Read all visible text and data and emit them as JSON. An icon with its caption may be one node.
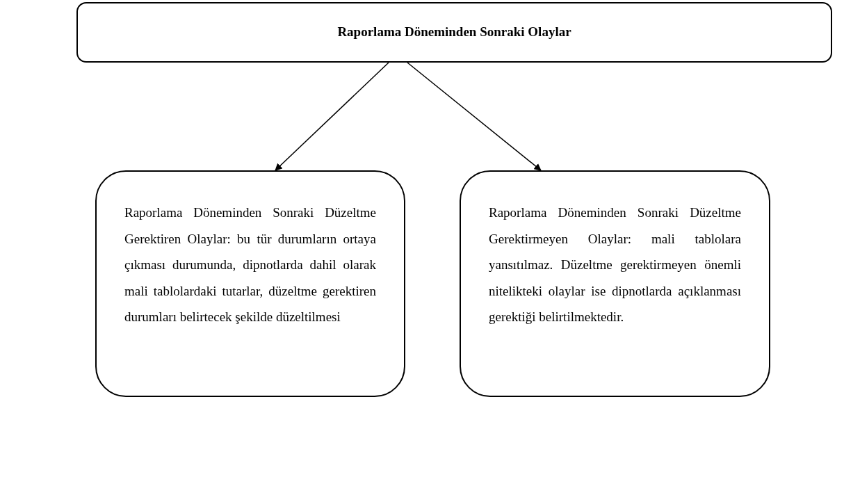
{
  "diagram": {
    "nodes": [
      {
        "text": [
          "Raporlama Döneminden Sonraki Olaylar"
        ]
      },
      {
        "text": [
          "Raporlama Döneminden Sonraki Düzeltme Gerektiren Olaylar: bu tür durumların ortaya çıkması durumunda, dipnotlarda dahil olarak mali tablolardaki tutarlar, düzeltme gerektiren durumları belirtecek şekilde düzeltilmesi"
        ]
      },
      {
        "text": [
          "Raporlama Döneminden Sonraki Düzeltme Gerektirmeyen Olaylar: mali tablolara yansıtılmaz. Düzeltme gerektirmeyen önemli nitelikteki olaylar ise dipnotlarda açıklanması gerektiği belirtilmektedir."
        ]
      }
    ],
    "edges": [
      {
        "from": 0,
        "to": 1,
        "arrow": "to"
      },
      {
        "from": 0,
        "to": 2,
        "arrow": "to"
      }
    ]
  }
}
